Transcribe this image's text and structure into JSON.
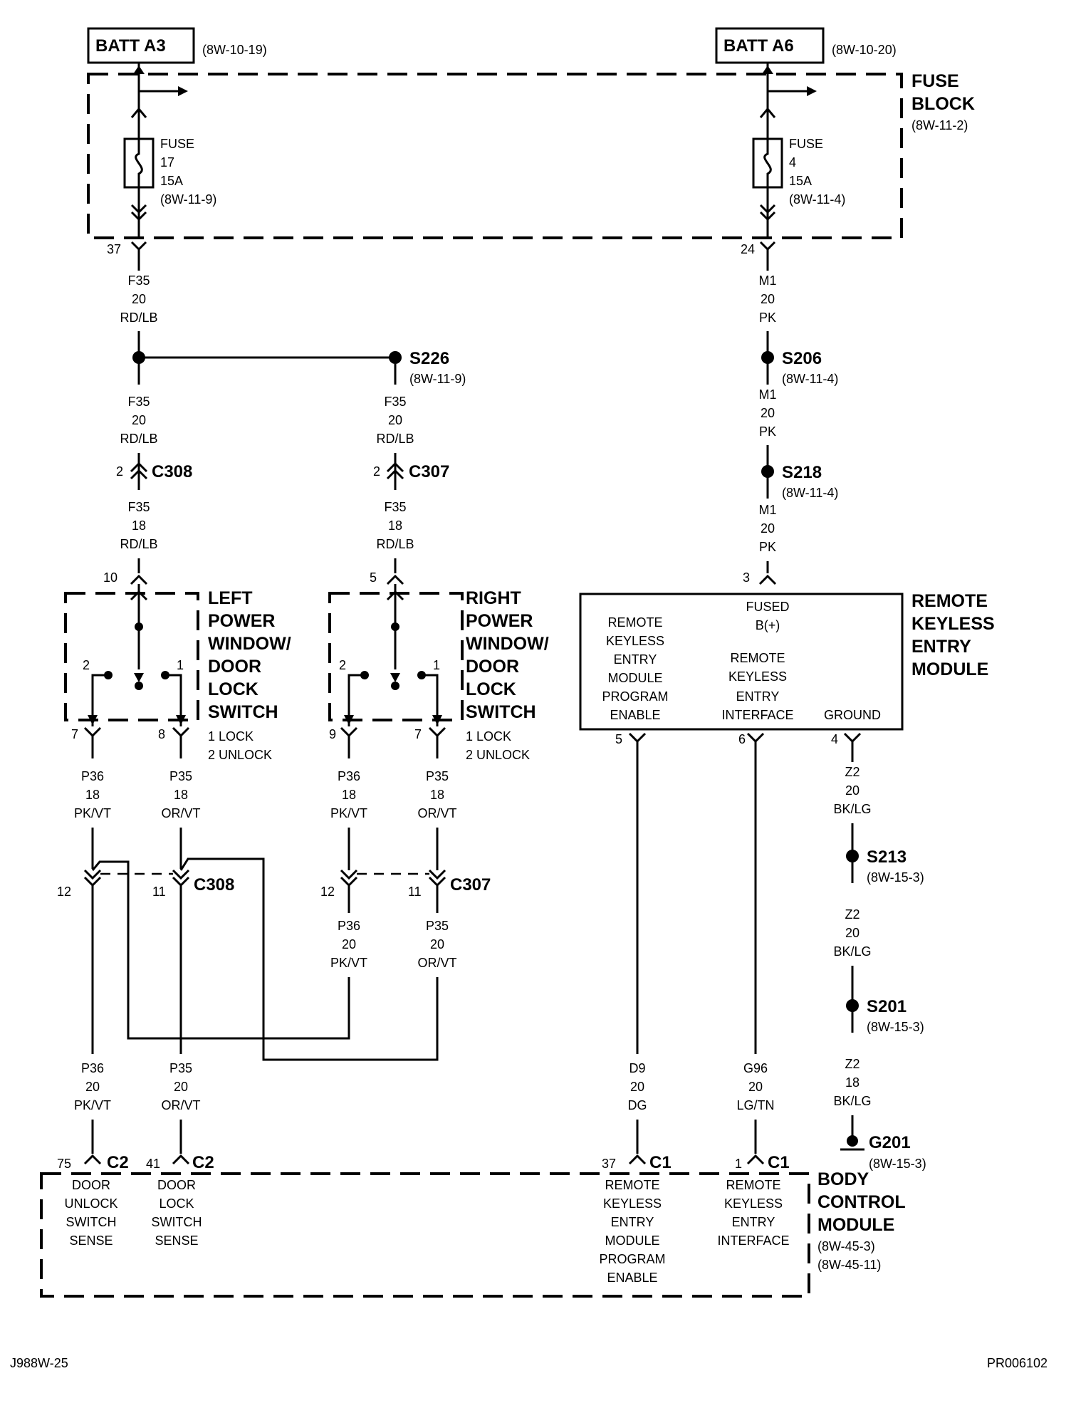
{
  "top": {
    "batt_a3": "BATT A3",
    "batt_a3_ref": "(8W-10-19)",
    "batt_a6": "BATT A6",
    "batt_a6_ref": "(8W-10-20)"
  },
  "fuse_block": {
    "title1": "FUSE",
    "title2": "BLOCK",
    "ref": "(8W-11-2)",
    "fuse17": {
      "l1": "FUSE",
      "l2": "17",
      "l3": "15A",
      "l4": "(8W-11-9)",
      "pin": "37"
    },
    "fuse4": {
      "l1": "FUSE",
      "l2": "4",
      "l3": "15A",
      "l4": "(8W-11-4)",
      "pin": "24"
    }
  },
  "left_feed": {
    "w1": [
      "F35",
      "20",
      "RD/LB"
    ],
    "w2": [
      "F35",
      "20",
      "RD/LB"
    ],
    "w3": [
      "F35",
      "18",
      "RD/LB"
    ],
    "c308_pin": "2",
    "c308": "C308",
    "switch_pin": "10"
  },
  "splice_s226": {
    "name": "S226",
    "ref": "(8W-11-9)"
  },
  "right_feed": {
    "w1": [
      "F35",
      "20",
      "RD/LB"
    ],
    "w2": [
      "F35",
      "18",
      "RD/LB"
    ],
    "c307_pin": "2",
    "c307": "C307",
    "switch_pin": "5"
  },
  "m1_feed": {
    "w1": [
      "M1",
      "20",
      "PK"
    ],
    "s206": "S206",
    "s206_ref": "(8W-11-4)",
    "w2": [
      "M1",
      "20",
      "PK"
    ],
    "s218": "S218",
    "s218_ref": "(8W-11-4)",
    "w3": [
      "M1",
      "20",
      "PK"
    ],
    "rke_pin": "3"
  },
  "left_switch": {
    "title": [
      "LEFT",
      "POWER",
      "WINDOW/",
      "DOOR",
      "LOCK",
      "SWITCH"
    ],
    "pos2": "2",
    "pos1": "1",
    "pin_a": "7",
    "pin_b": "8",
    "legend1": "1 LOCK",
    "legend2": "2 UNLOCK"
  },
  "right_switch": {
    "title": [
      "RIGHT",
      "POWER",
      "WINDOW/",
      "DOOR",
      "LOCK",
      "SWITCH"
    ],
    "pos2": "2",
    "pos1": "1",
    "pin_a": "9",
    "pin_b": "7",
    "legend1": "1 LOCK",
    "legend2": "2 UNLOCK"
  },
  "rke_module": {
    "title": [
      "REMOTE",
      "KEYLESS",
      "ENTRY",
      "MODULE"
    ],
    "col1": [
      "REMOTE",
      "KEYLESS",
      "ENTRY",
      "MODULE",
      "PROGRAM",
      "ENABLE"
    ],
    "col2_top": [
      "FUSED",
      "B(+)"
    ],
    "col2": [
      "REMOTE",
      "KEYLESS",
      "ENTRY",
      "INTERFACE"
    ],
    "col3": "GROUND",
    "pin5": "5",
    "pin6": "6",
    "pin4": "4"
  },
  "left_wires": {
    "p36a": [
      "P36",
      "18",
      "PK/VT"
    ],
    "p35a": [
      "P35",
      "18",
      "OR/VT"
    ],
    "c308_pin12": "12",
    "c308_pin11": "11",
    "c308": "C308",
    "p36b": [
      "P36",
      "20",
      "PK/VT"
    ],
    "p35b": [
      "P35",
      "20",
      "OR/VT"
    ]
  },
  "right_wires": {
    "p36a": [
      "P36",
      "18",
      "PK/VT"
    ],
    "p35a": [
      "P35",
      "18",
      "OR/VT"
    ],
    "c307_pin12": "12",
    "c307_pin11": "11",
    "c307": "C307",
    "p36b": [
      "P36",
      "20",
      "PK/VT"
    ],
    "p35b": [
      "P35",
      "20",
      "OR/VT"
    ]
  },
  "ground_path": {
    "z2a": [
      "Z2",
      "20",
      "BK/LG"
    ],
    "s213": "S213",
    "s213_ref": "(8W-15-3)",
    "z2b": [
      "Z2",
      "20",
      "BK/LG"
    ],
    "s201": "S201",
    "s201_ref": "(8W-15-3)",
    "z2c": [
      "Z2",
      "18",
      "BK/LG"
    ],
    "g201": "G201",
    "g201_ref": "(8W-15-3)"
  },
  "bcm_wires": {
    "d9": [
      "D9",
      "20",
      "DG"
    ],
    "g96": [
      "G96",
      "20",
      "LG/TN"
    ]
  },
  "bcm": {
    "title": [
      "BODY",
      "CONTROL",
      "MODULE"
    ],
    "ref1": "(8W-45-3)",
    "ref2": "(8W-45-11)",
    "pin75": "75",
    "c2a": "C2",
    "pin41": "41",
    "c2b": "C2",
    "pin37": "37",
    "c1a": "C1",
    "pin1": "1",
    "c1b": "C1",
    "sense_unlock": [
      "DOOR",
      "UNLOCK",
      "SWITCH",
      "SENSE"
    ],
    "sense_lock": [
      "DOOR",
      "LOCK",
      "SWITCH",
      "SENSE"
    ],
    "rke_prog": [
      "REMOTE",
      "KEYLESS",
      "ENTRY",
      "MODULE",
      "PROGRAM",
      "ENABLE"
    ],
    "rke_if": [
      "REMOTE",
      "KEYLESS",
      "ENTRY",
      "INTERFACE"
    ]
  },
  "footer": {
    "left": "J988W-25",
    "right": "PR006102"
  }
}
